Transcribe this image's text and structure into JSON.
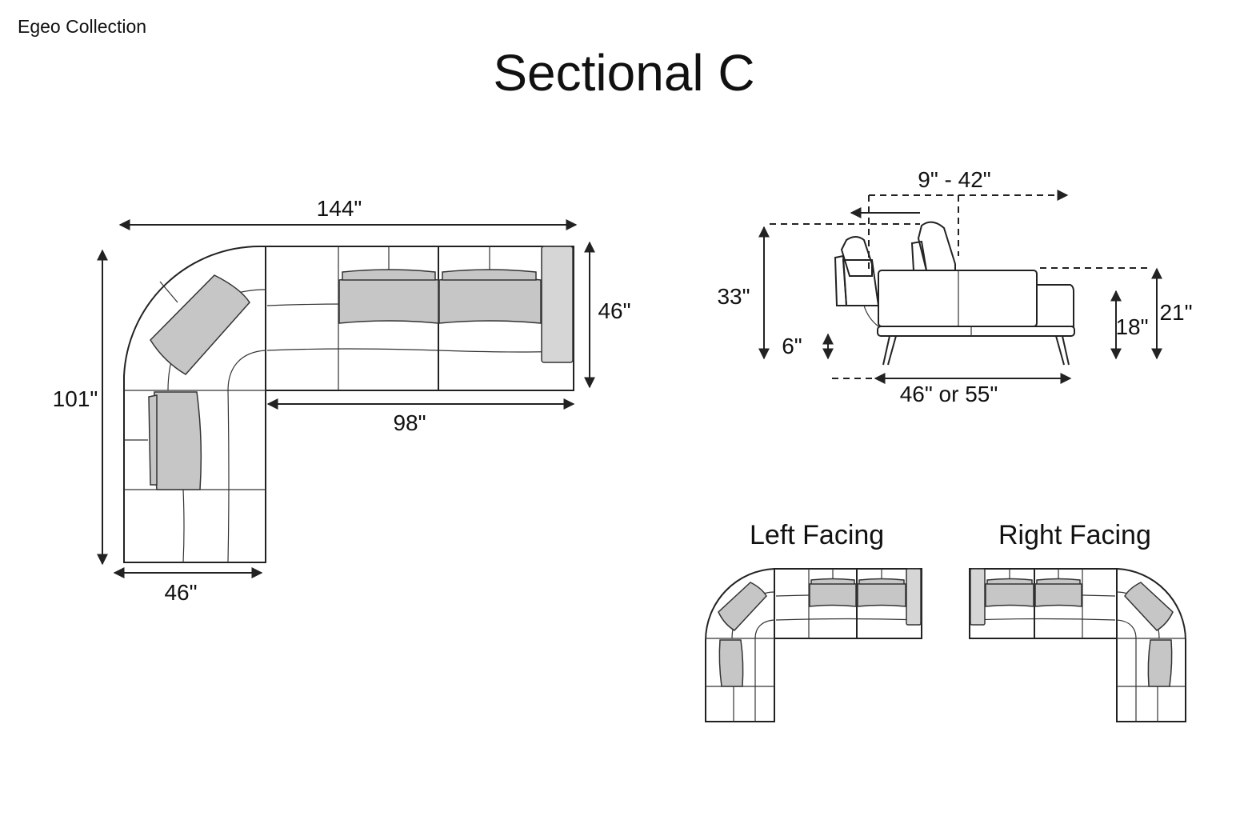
{
  "header": {
    "brand": "Egeo Collection",
    "title": "Sectional C"
  },
  "top_view": {
    "overall_width": "144\"",
    "overall_depth": "101\"",
    "arm_depth": "46\"",
    "sofa_length": "98\"",
    "chaise_width": "46\""
  },
  "side_view": {
    "headrest_range": "9\" - 42\"",
    "height": "33\"",
    "leg_height": "6\"",
    "seat_height": "18\"",
    "arm_height": "21\"",
    "depth": "46\" or 55\""
  },
  "orientations": {
    "left_label": "Left Facing",
    "right_label": "Right Facing"
  }
}
